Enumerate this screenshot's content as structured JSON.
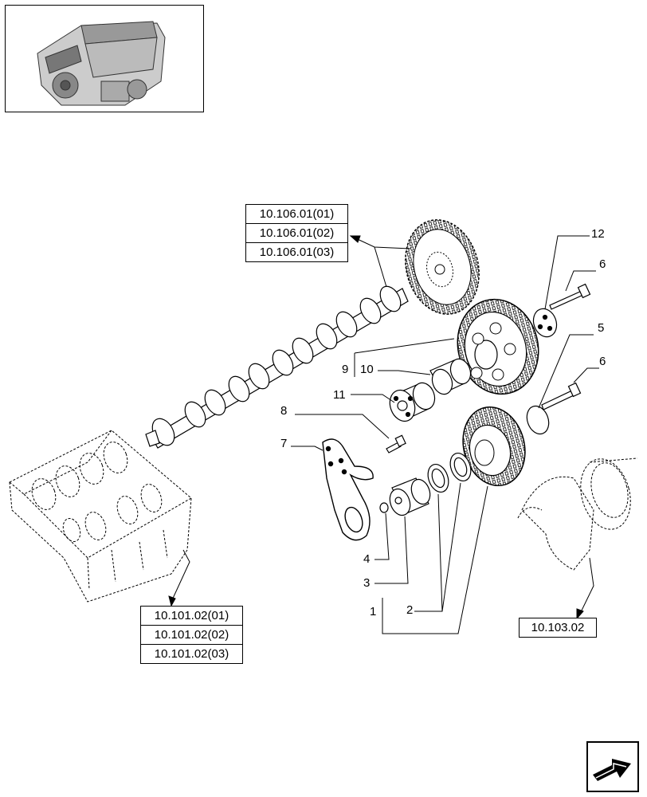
{
  "references": {
    "camshaft_gear": [
      "10.106.01(01)",
      "10.106.01(02)",
      "10.106.01(03)"
    ],
    "cylinder_block": [
      "10.101.02(01)",
      "10.101.02(02)",
      "10.101.02(03)"
    ],
    "crankshaft": [
      "10.103.02"
    ]
  },
  "callouts": [
    "1",
    "2",
    "3",
    "4",
    "5",
    "6",
    "6",
    "7",
    "8",
    "9",
    "10",
    "11",
    "12"
  ],
  "icons": {
    "thumbnail": "engine-thumbnail-icon",
    "navigation": "next-page-arrow-icon"
  }
}
